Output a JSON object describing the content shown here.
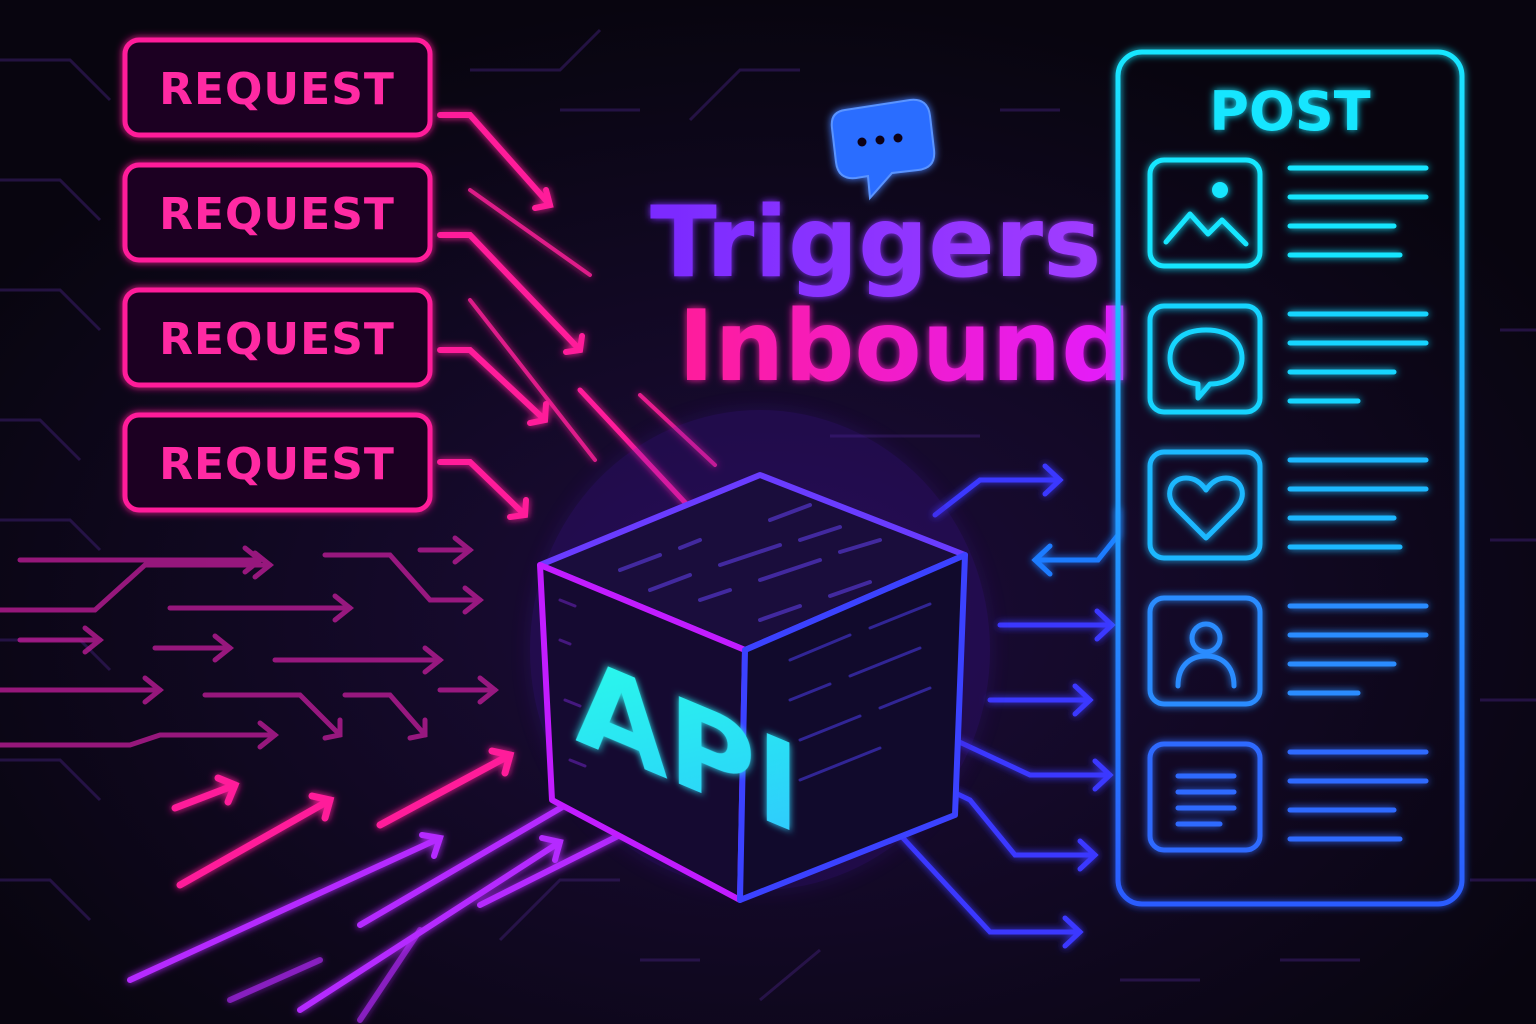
{
  "requests": [
    {
      "label": "REQUEST"
    },
    {
      "label": "REQUEST"
    },
    {
      "label": "REQUEST"
    },
    {
      "label": "REQUEST"
    }
  ],
  "title": {
    "line1": "Triggers",
    "line2": "Inbound"
  },
  "api": {
    "label": "API"
  },
  "post": {
    "title": "POST",
    "items": [
      {
        "icon": "image-icon"
      },
      {
        "icon": "speech-bubble-icon"
      },
      {
        "icon": "heart-icon"
      },
      {
        "icon": "user-icon"
      },
      {
        "icon": "document-icon"
      }
    ]
  },
  "badge": {
    "icon": "chat-bubble-icon"
  },
  "colors": {
    "background": "#0a0616",
    "pink": "#ff1f9a",
    "purple": "#8a2bff",
    "cyan": "#19e6ff",
    "blue": "#1e6bff"
  }
}
